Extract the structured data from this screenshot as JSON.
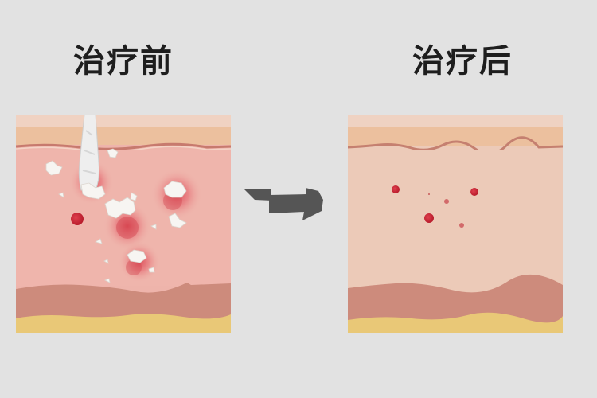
{
  "labels": {
    "before": "治疗前",
    "after": "治疗后"
  },
  "panels": {
    "before": {
      "description": "skin cross-section with hair follicle, white sebum plugs and inflamed red acne lesions",
      "icons": [
        "hair-follicle-icon",
        "sebum-plug-icon",
        "inflammation-icon",
        "blood-dot-icon"
      ]
    },
    "after": {
      "description": "clear skin cross-section with a few small red dots",
      "red_dots": 6
    }
  },
  "arrow": {
    "icon": "arrow-right-icon"
  },
  "colors": {
    "background": "#e2e2e2",
    "epidermis_top": "#f0d4c4",
    "epidermis_band": "#ecc09e",
    "dermis_before": "#eeb4ab",
    "dermis_after": "#eccab8",
    "subdermis": "#cd8b7c",
    "fat": "#e9c877",
    "lesion_red": "#c8283a",
    "arrow": "#555555"
  }
}
